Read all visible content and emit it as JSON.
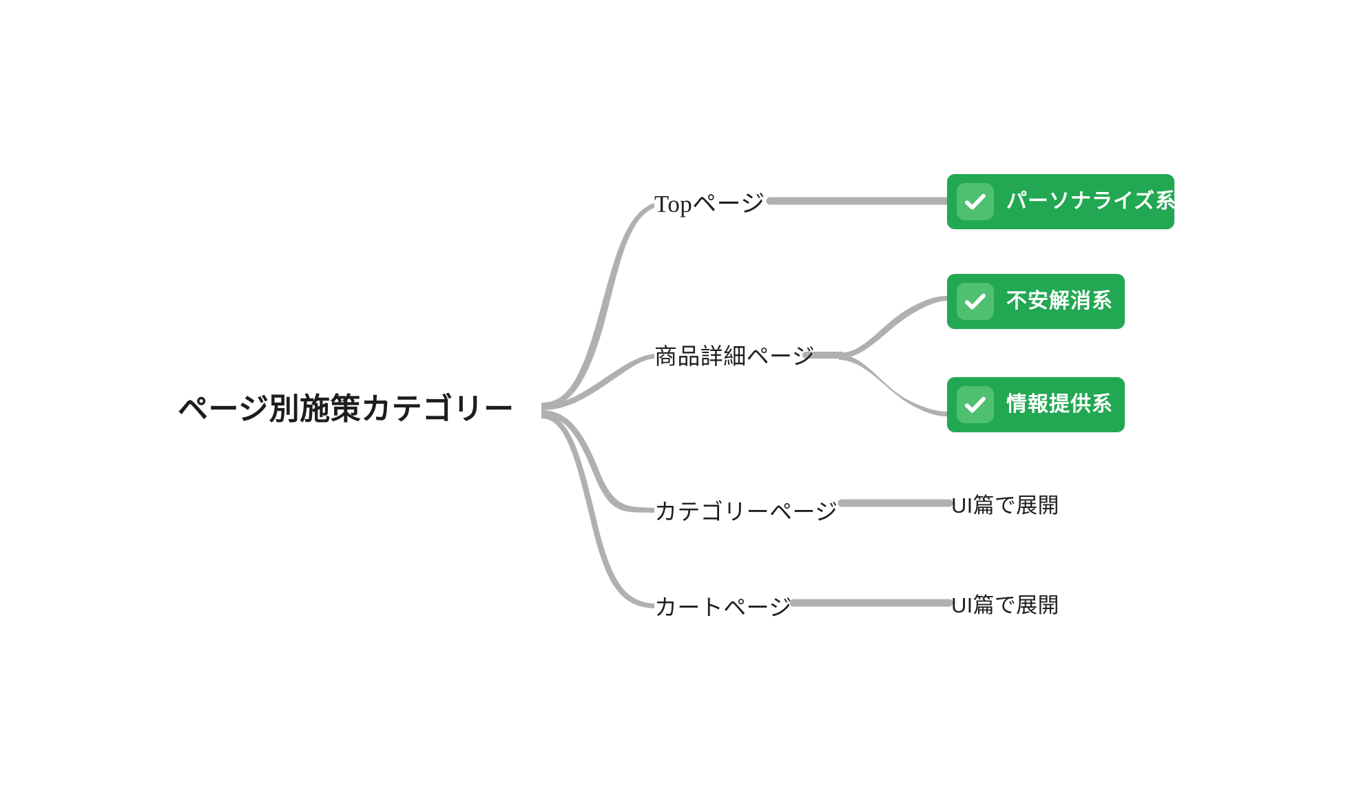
{
  "diagram": {
    "type": "mindmap",
    "root": {
      "label": "ページ別施策カテゴリー"
    },
    "branches": [
      {
        "id": "top",
        "label": "Topページ",
        "children": [
          {
            "id": "personalize",
            "label": "パーソナライズ系",
            "kind": "badge",
            "checked": true
          }
        ]
      },
      {
        "id": "detail",
        "label": "商品詳細ページ",
        "children": [
          {
            "id": "anxiety",
            "label": "不安解消系",
            "kind": "badge",
            "checked": true
          },
          {
            "id": "info",
            "label": "情報提供系",
            "kind": "badge",
            "checked": true
          }
        ]
      },
      {
        "id": "category",
        "label": "カテゴリーページ",
        "children": [
          {
            "id": "category-note",
            "label": "UI篇で展開",
            "kind": "text"
          }
        ]
      },
      {
        "id": "cart",
        "label": "カートページ",
        "children": [
          {
            "id": "cart-note",
            "label": "UI篇で展開",
            "kind": "text"
          }
        ]
      }
    ],
    "colors": {
      "background": "#ffffff",
      "link": "#b0b0b0",
      "badge_fill": "#22a852",
      "badge_check_box": "#4fbf70",
      "badge_text": "#ffffff",
      "node_text": "#1f1f1f",
      "root_text": "#1d1d1d"
    },
    "icons": {
      "check": "check-icon"
    }
  }
}
